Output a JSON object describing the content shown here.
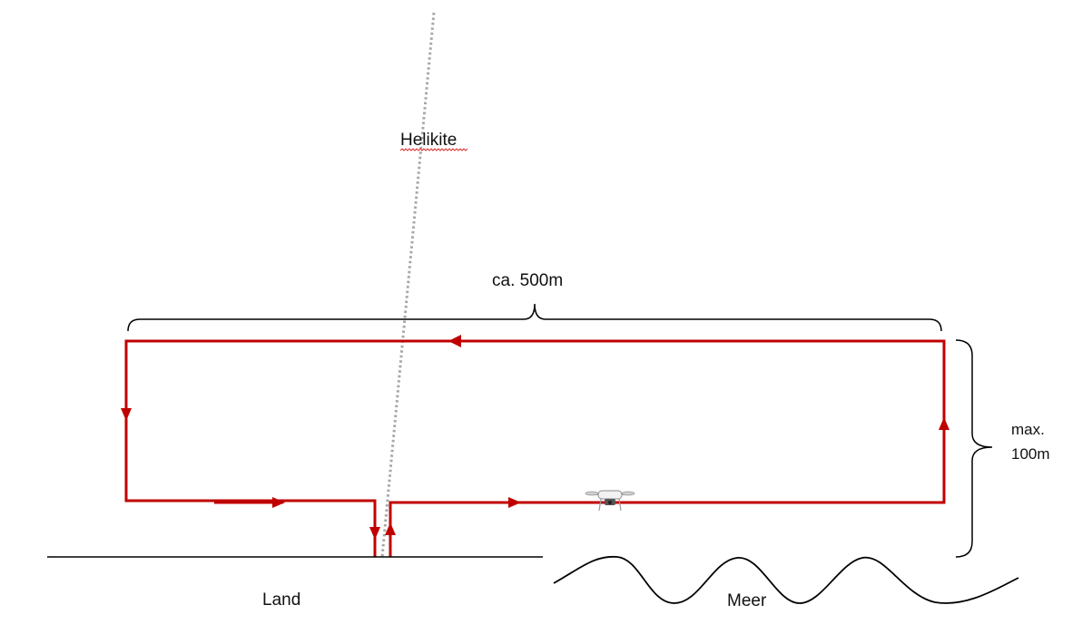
{
  "labels": {
    "helikite": "Helikite",
    "width": "ca. 500m",
    "height_line1": "max.",
    "height_line2": "100m",
    "land": "Land",
    "sea": "Meer"
  },
  "colors": {
    "flight_path": "#c00000",
    "tether": "#a6a6a6",
    "ground": "#000000",
    "spellcheck_underline": "#e03030"
  },
  "icons": {
    "drone": "quadcopter-drone-icon"
  }
}
